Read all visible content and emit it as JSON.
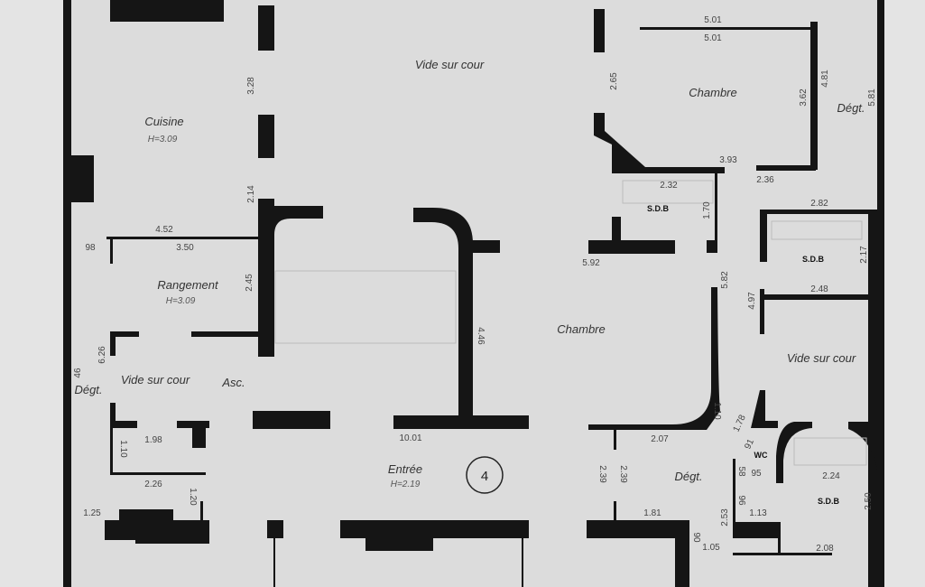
{
  "rooms": {
    "cuisine": "Cuisine",
    "cuisine_h": "H=3.09",
    "vide_top": "Vide sur cour",
    "chambre_1": "Chambre",
    "degt_right": "Dégt.",
    "rangement": "Rangement",
    "rangement_h": "H=3.09",
    "chambre_2": "Chambre",
    "vide_left": "Vide sur cour",
    "asc": "Asc.",
    "degt_left": "Dégt.",
    "vide_right": "Vide sur cour",
    "entree": "Entrée",
    "entree_h": "H=2.19",
    "degt_bottom": "Dégt.",
    "sdb_1": "S.D.B",
    "sdb_2": "S.D.B",
    "sdb_3": "S.D.B",
    "wc": "WC",
    "lot_number": "4"
  },
  "dims": {
    "h": [
      "5.01",
      "5.01",
      "3.93",
      "2.32",
      "2.36",
      "2.82",
      "2.48",
      "4.52",
      "3.50",
      "98",
      "5.92",
      "1.98",
      "2.26",
      "1.25",
      "10.01",
      "2.07",
      "1.81",
      "2.24",
      "1.13",
      "95",
      "1.05",
      "2.08"
    ],
    "v": [
      "3.28",
      "2.14",
      "2.45",
      "6.26",
      "46",
      "1.10",
      "1.20",
      "2.65",
      "3.62",
      "4.81",
      "5.81",
      "1.70",
      "5.82",
      "2.17",
      "4.97",
      "4.46",
      "1.10",
      "1.78",
      "91",
      "58",
      "96",
      "2.53",
      "2.39",
      "2.39",
      "2.50",
      "90"
    ]
  }
}
